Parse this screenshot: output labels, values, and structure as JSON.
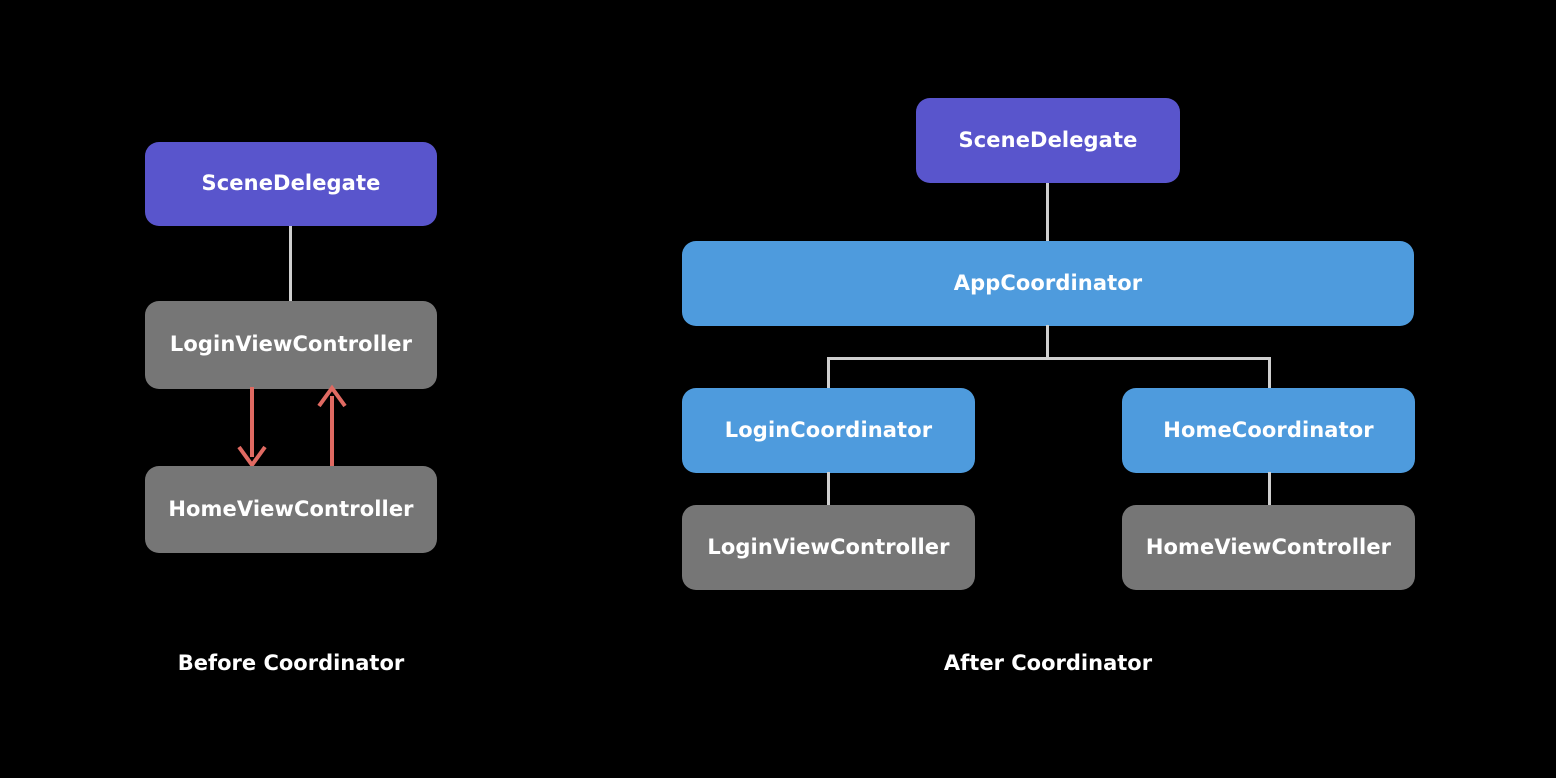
{
  "background_color": "#000000",
  "colors": {
    "purple": "#5955cc",
    "blue": "#4e9bdd",
    "gray": "#767676",
    "connector": "#cfcfcf",
    "arrow": "#e06a62",
    "text": "#ffffff"
  },
  "diagrams": {
    "before": {
      "caption": "Before Coordinator",
      "nodes": {
        "scene_delegate": "SceneDelegate",
        "login_view_controller": "LoginViewController",
        "home_view_controller": "HomeViewController"
      }
    },
    "after": {
      "caption": "After Coordinator",
      "nodes": {
        "scene_delegate": "SceneDelegate",
        "app_coordinator": "AppCoordinator",
        "login_coordinator": "LoginCoordinator",
        "home_coordinator": "HomeCoordinator",
        "login_view_controller": "LoginViewController",
        "home_view_controller": "HomeViewController"
      }
    }
  }
}
